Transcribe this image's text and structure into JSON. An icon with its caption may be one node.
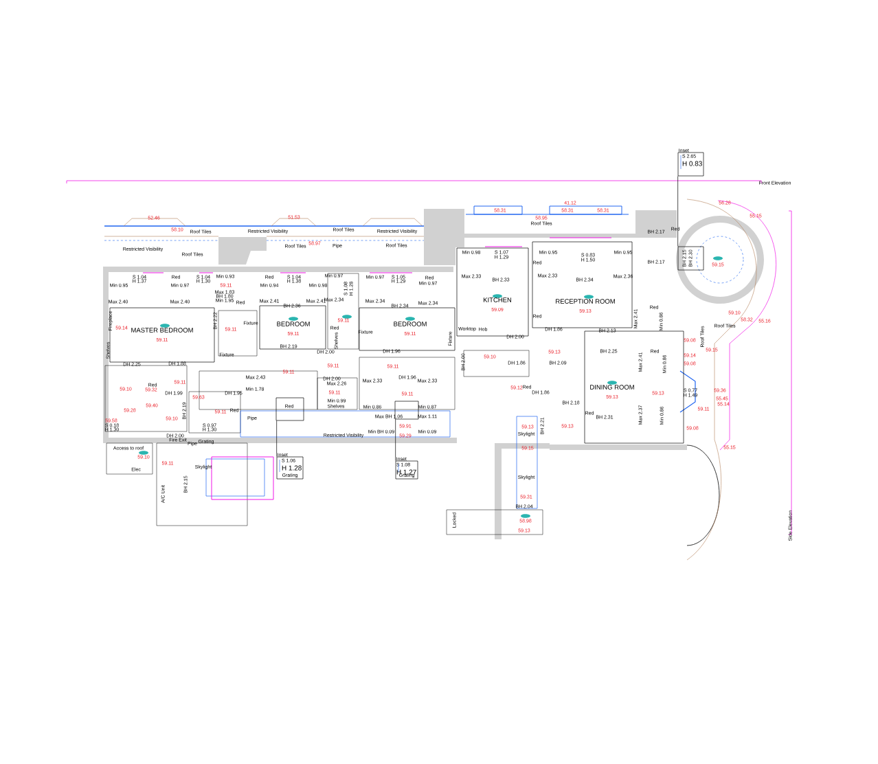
{
  "diagram": {
    "nodes": [
      {
        "text": [
          "MASTER BEDROOM",
          "59.11"
        ]
      },
      {
        "text": [
          "BEDROOM",
          "59.11"
        ]
      },
      {
        "text": [
          "BEDROOM",
          "59.11"
        ]
      },
      {
        "text": [
          "KITCHEN",
          "59.09"
        ]
      },
      {
        "text": [
          "RECEPTION ROOM",
          "59.13"
        ]
      },
      {
        "text": [
          "DINING ROOM",
          "59.13"
        ]
      },
      {
        "text": [
          "Inset",
          "S 2.65",
          "H 0.83"
        ]
      },
      {
        "text": [],
        "shape": "box"
      },
      {
        "text": [
          "Inset",
          "S 1.06",
          "H 1.28",
          "Grating"
        ]
      },
      {
        "text": [],
        "shape": "box"
      },
      {
        "text": [
          "Inset",
          "S 1.08",
          "H 1.27",
          "Grating"
        ]
      },
      {
        "text": [],
        "shape": "box"
      }
    ],
    "edges": [
      {
        "from": 6,
        "to": 7,
        "arrow": "none"
      },
      {
        "from": 8,
        "to": 9,
        "arrow": "none"
      },
      {
        "from": 10,
        "to": 11,
        "arrow": "none"
      }
    ],
    "labels": [
      "Front Elevation",
      "41.12",
      "56.28",
      "58.31",
      "58.31",
      "58.31",
      "52.46",
      "51.53",
      "58.95",
      "55.15",
      "Roof Tiles",
      "58.10",
      "Roof Tiles",
      "Restricted Visibility",
      "Roof Tiles",
      "Restricted Visibility",
      "BH 2.17",
      "Red",
      "Roof Tiles",
      "58.97",
      "Pipe",
      "Roof Tiles",
      "Restricted Visibility",
      "Min 0.98",
      "S 1.07",
      "Min 0.95",
      "Min 0.95",
      "Roof Tiles",
      "H 1.29",
      "S 0.83",
      "H 1.50",
      "BH 2.15",
      "BH 2.30",
      "Red",
      "BH 2.17",
      "59.15",
      "S 1.04",
      "H 1.37",
      "Red",
      "S 1.04",
      "H 1.30",
      "Min 0.93",
      "Red",
      "S 1.04",
      "H 1.38",
      "Min 0.97",
      "Min 0.97",
      "S 1.05",
      "H 1.29",
      "Red",
      "Max 2.33",
      "BH 2.33",
      "Max 2.33",
      "BH 2.34",
      "Max 2.36",
      "Min 0.95",
      "Min 0.97",
      "59.11",
      "Min 0.94",
      "Min 0.98",
      "Min 0.97",
      "Max 1.83",
      "S 1.08",
      "H 1.28",
      "Max 2.40",
      "Max 2.40",
      "BH 1.80",
      "Min 1.95",
      "Red",
      "Max 2.41",
      "Max 2.41",
      "Max 2.34",
      "Max 2.34",
      "BH 2.36",
      "BH 2.34",
      "Max 2.34",
      "Red",
      "59.10",
      "Fireplace",
      "BH 2.22",
      "59.11",
      "Red",
      "Max 2.41",
      "Min 0.86",
      "58.32",
      "55.16",
      "59.14",
      "59.11",
      "Fixture",
      "Red",
      "Worktop",
      "Hob",
      "DH 1.86",
      "Roof Tiles",
      "Fixture",
      "BH 2.13",
      "Shelves",
      "Fixture",
      "DH 2.00",
      "59.08",
      "Roof Tiles",
      "BH 2.19",
      "Shelves",
      "Fixture",
      "DH 2.00",
      "DH 1.96",
      "59.10",
      "59.13",
      "BH 2.25",
      "Red",
      "59.14",
      "59.15",
      "DH 2.25",
      "DH 1.88",
      "59.11",
      "59.11",
      "BH 2.00",
      "DH 1.86",
      "BH 2.09",
      "Max 2.41",
      "Min 0.86",
      "59.08",
      "Max 2.43",
      "59.11",
      "DH 1.96",
      "59.11",
      "DH 2.00",
      "Max 2.26",
      "Max 2.33",
      "Max 2.33",
      "59.10",
      "59.32",
      "Red",
      "Min 1.78",
      "59.12",
      "Red",
      "S 0.77",
      "59.36",
      "DH 1.99",
      "59.63",
      "DH 1.95",
      "59.11",
      "59.11",
      "DH 1.86",
      "59.13",
      "H 1.49",
      "Min 0.99",
      "BH 2.18",
      "55.45",
      "55.14",
      "59.28",
      "59.40",
      "BH 2.19",
      "59.11",
      "Red",
      "Red",
      "Shelves",
      "Min 0.86",
      "Min 0.87",
      "59.11",
      "59.10",
      "Pipe",
      "Max BH 1.06",
      "Max 1.11",
      "Red",
      "BH 2.31",
      "Max 2.37",
      "Min 0.86",
      "59.58",
      "S 0.18",
      "S 0.97",
      "H 1.30",
      "H 1.30",
      "Min BH 0.09",
      "59.91",
      "Min 0.09",
      "59.13",
      "BH 2.21",
      "59.13",
      "59.08",
      "DH 2.00",
      "Restricted Visibility",
      "59.29",
      "Skylight",
      "Fire Exit",
      "Pipe",
      "Grating",
      "Access to roof",
      "59.15",
      "55.15",
      "59.10",
      "59.11",
      "Elec",
      "Skylight",
      "Skylight",
      "BH 2.15",
      "A/C Unit",
      "59.31",
      "BH 2.04",
      "Locked",
      "58.98",
      "Side Elevation",
      "59.13"
    ]
  }
}
